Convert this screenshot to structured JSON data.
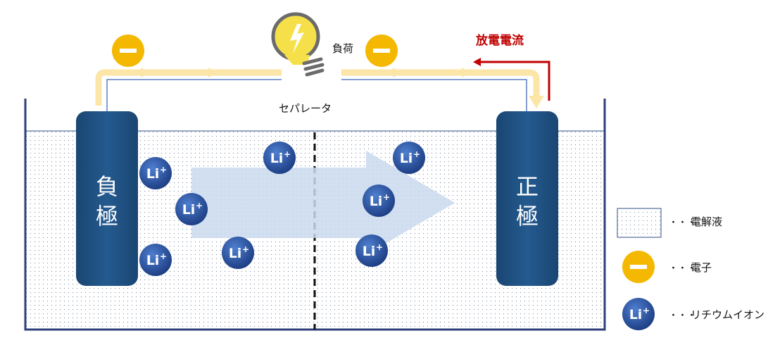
{
  "labels": {
    "load": "負荷",
    "separator": "セパレータ",
    "discharge_current": "放電電流",
    "negative_electrode": [
      "負",
      "極"
    ],
    "positive_electrode": [
      "正",
      "極"
    ]
  },
  "ion": {
    "symbol": "Li",
    "charge": "+"
  },
  "electron": {
    "symbol": "−"
  },
  "legend": [
    {
      "dots": "・・・",
      "label": "電解液"
    },
    {
      "dots": "・・・",
      "label": "電子"
    },
    {
      "dots": "・・・",
      "label": "リチウムイオン"
    }
  ],
  "colors": {
    "electrode": "#1f4e79",
    "electron": "#f5b800",
    "ion": "#2f5ea8",
    "current_arrow": "#c00000",
    "electron_path": "#fbe6a8",
    "ion_flow": "#c9d9ee",
    "wire": "#5b7fc4"
  }
}
